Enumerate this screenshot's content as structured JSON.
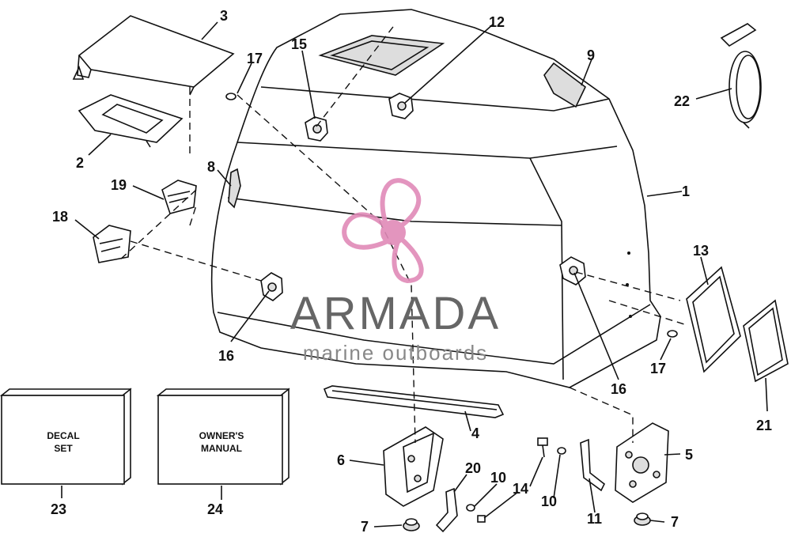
{
  "brand": {
    "name": "ARMADA",
    "tagline": "marine outboards",
    "logo_color": "#e08ab8"
  },
  "boxes": {
    "decal": {
      "line1": "DECAL",
      "line2": "SET"
    },
    "manual": {
      "line1": "OWNER'S",
      "line2": "MANUAL"
    }
  },
  "callouts": [
    "1",
    "2",
    "3",
    "4",
    "5",
    "6",
    "7",
    "7",
    "8",
    "9",
    "10",
    "10",
    "11",
    "12",
    "13",
    "14",
    "15",
    "16",
    "16",
    "17",
    "17",
    "18",
    "19",
    "20",
    "21",
    "22",
    "23",
    "24"
  ]
}
